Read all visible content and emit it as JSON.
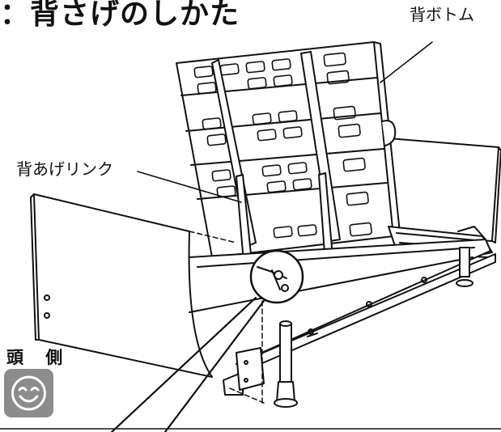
{
  "title": "：背さげのしかた",
  "labels": {
    "back_bottom": "背ボトム",
    "back_raise_link": "背あげリンク",
    "head_side": "頭 側"
  },
  "icons": {
    "head_side_icon": "smiling-face-icon"
  },
  "colors": {
    "line": "#111111",
    "icon_bg": "#8c8c8c"
  }
}
